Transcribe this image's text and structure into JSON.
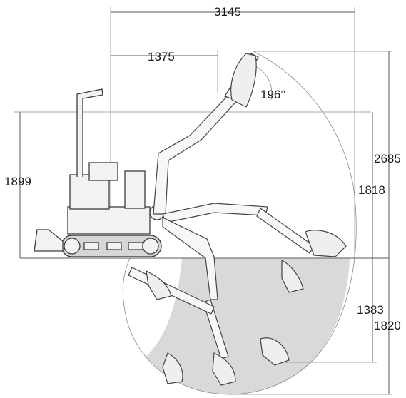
{
  "dimensions": {
    "max_reach": "3145",
    "tail_reach": "1375",
    "bucket_rotation": "196°",
    "overall_height": "2685",
    "cab_height": "1899",
    "dump_height": "1818",
    "dig_depth": "1383",
    "max_dig_depth": "1820"
  },
  "colors": {
    "dig_zone_fill": "#d9d9d9",
    "line": "#5a5a5a",
    "machine": "#3c3c3c"
  }
}
